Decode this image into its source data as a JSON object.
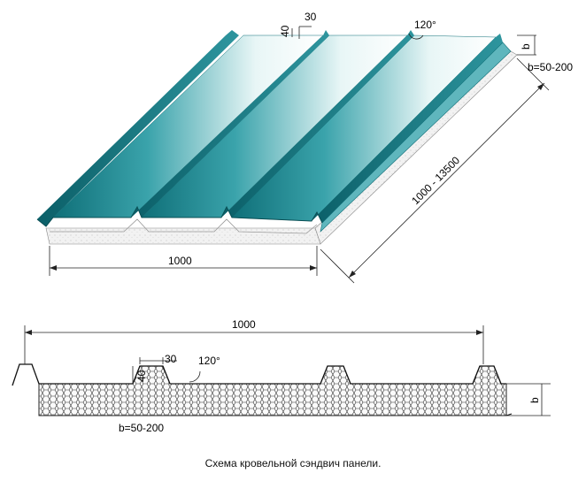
{
  "labels": {
    "rib_width_top": "30",
    "rib_height_top": "40",
    "angle_top": "120°",
    "thickness_symbol_top": "b",
    "thickness_range_top": "b=50-200",
    "length_range": "1000 - 13500",
    "width_top": "1000",
    "width_bottom": "1000",
    "rib_width_bottom": "30",
    "rib_height_bottom": "40",
    "angle_bottom": "120°",
    "thickness_symbol_bottom": "b",
    "thickness_range_bottom": "b=50-200"
  },
  "caption": "Схема кровельной сэндвич панели.",
  "colors": {
    "steel_dark": "#0f6f78",
    "steel_mid": "#3aa3ab",
    "steel_light": "#e8f6f6",
    "foam": "#f0f0f0",
    "line": "#222222"
  }
}
